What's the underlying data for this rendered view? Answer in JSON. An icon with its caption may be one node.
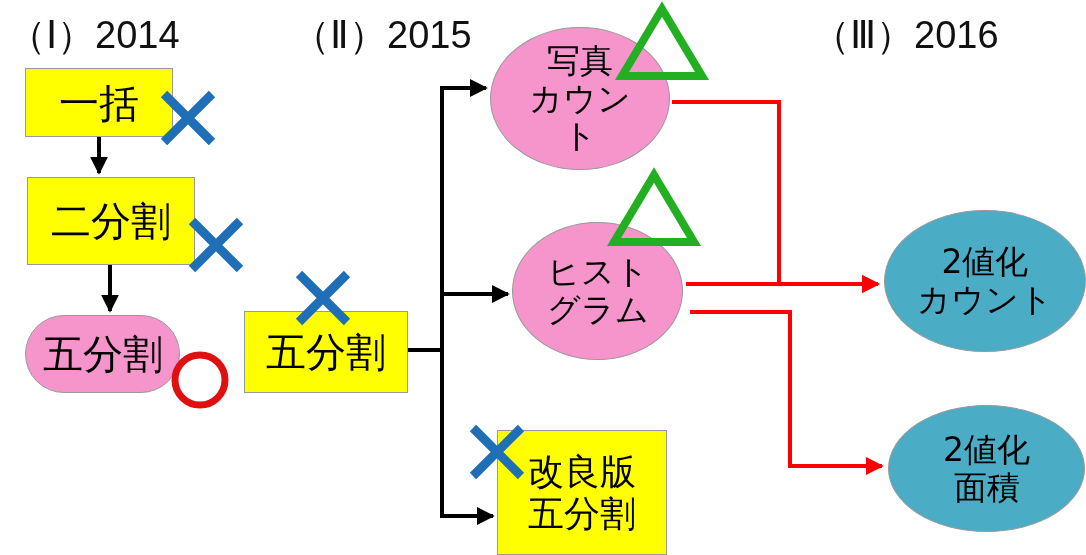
{
  "diagram": {
    "nodes": [
      {
        "text": [
          "一括"
        ]
      },
      {
        "text": [
          "二分割"
        ]
      },
      {
        "text": [
          "五分割"
        ]
      },
      {
        "text": [
          "五分割"
        ]
      },
      {
        "text": [
          "写真カウント"
        ]
      },
      {
        "text": [
          "ヒストグラム"
        ]
      },
      {
        "text": [
          "改良版五分割"
        ]
      },
      {
        "text": [
          "2値化カウント"
        ]
      },
      {
        "text": [
          "2値化面積"
        ]
      }
    ],
    "edges": [
      {
        "from": 0,
        "to": 1,
        "arrow": "to"
      },
      {
        "from": 1,
        "to": 2,
        "arrow": "to"
      },
      {
        "from": 3,
        "to": 4,
        "arrow": "to"
      },
      {
        "from": 3,
        "to": 5,
        "arrow": "to"
      },
      {
        "from": 3,
        "to": 6,
        "arrow": "to"
      },
      {
        "from": 4,
        "to": 7,
        "arrow": "to",
        "color": "#ff0000"
      },
      {
        "from": 5,
        "to": 7,
        "arrow": "to",
        "color": "#ff0000"
      },
      {
        "from": 5,
        "to": 8,
        "arrow": "to",
        "color": "#ff0000"
      }
    ],
    "labels": [
      "（Ⅰ）2014",
      "（Ⅱ）2015",
      "（Ⅲ）2016"
    ]
  }
}
